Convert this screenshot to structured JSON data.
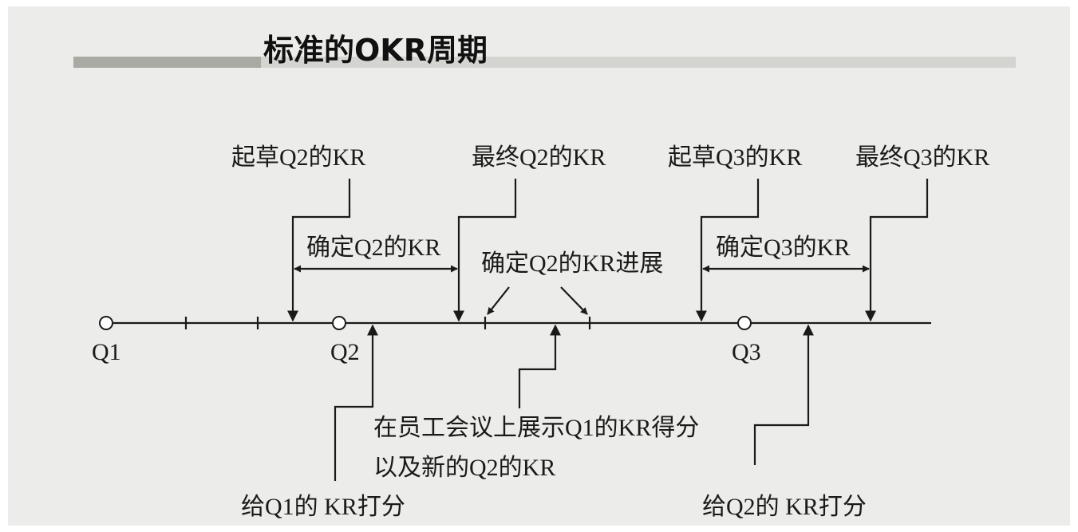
{
  "title": "标准的OKR周期",
  "colors": {
    "background": "#ececea",
    "title_bar_dark": "#a9aaa3",
    "title_bar_light": "#d4d4d0",
    "ink": "#1a1a1a"
  },
  "timeline": {
    "q1": "Q1",
    "q2": "Q2",
    "q3": "Q3"
  },
  "top_labels": {
    "draft_q2": "起草Q2的KR",
    "final_q2": "最终Q2的KR",
    "draft_q3": "起草Q3的KR",
    "final_q3": "最终Q3的KR"
  },
  "spans": {
    "confirm_q2": "确定Q2的KR",
    "confirm_q2_progress": "确定Q2的KR进展",
    "confirm_q3": "确定Q3的KR"
  },
  "bottom_labels": {
    "show_line1": "在员工会议上展示Q1的KR得分",
    "show_line2": "以及新的Q2的KR",
    "score_q1": "给Q1的 KR打分",
    "score_q2": "给Q2的 KR打分"
  }
}
